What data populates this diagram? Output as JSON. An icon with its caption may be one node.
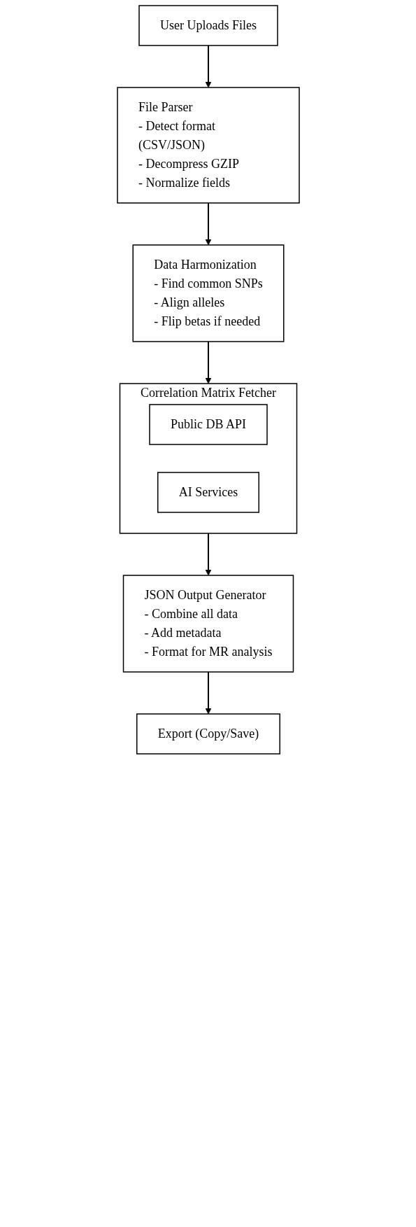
{
  "diagram": {
    "nodes": [
      {
        "text": [
          "User Uploads Files"
        ]
      },
      {
        "text": [
          "File Parser",
          "- Detect format (CSV/JSON)",
          "- Decompress GZIP",
          "- Normalize fields"
        ]
      },
      {
        "text": [
          "Data Harmonization",
          "- Find common SNPs",
          "- Align alleles",
          "- Flip betas if needed"
        ]
      },
      {
        "text": [
          "Correlation Matrix Fetcher"
        ]
      },
      {
        "text": [
          "Public DB API"
        ],
        "in": 3
      },
      {
        "text": [
          "AI Services"
        ],
        "in": 3
      },
      {
        "text": [
          "JSON Output Generator",
          "- Combine all data",
          "- Add metadata",
          "- Format for MR analysis"
        ]
      },
      {
        "text": [
          "Export (Copy/Save)"
        ]
      }
    ],
    "edges": [
      {
        "from": 0,
        "to": 1,
        "arrow": "to"
      },
      {
        "from": 1,
        "to": 2,
        "arrow": "to"
      },
      {
        "from": 2,
        "to": 3,
        "arrow": "to"
      },
      {
        "from": 3,
        "to": 6,
        "arrow": "to"
      },
      {
        "from": 6,
        "to": 7,
        "arrow": "to"
      }
    ]
  }
}
